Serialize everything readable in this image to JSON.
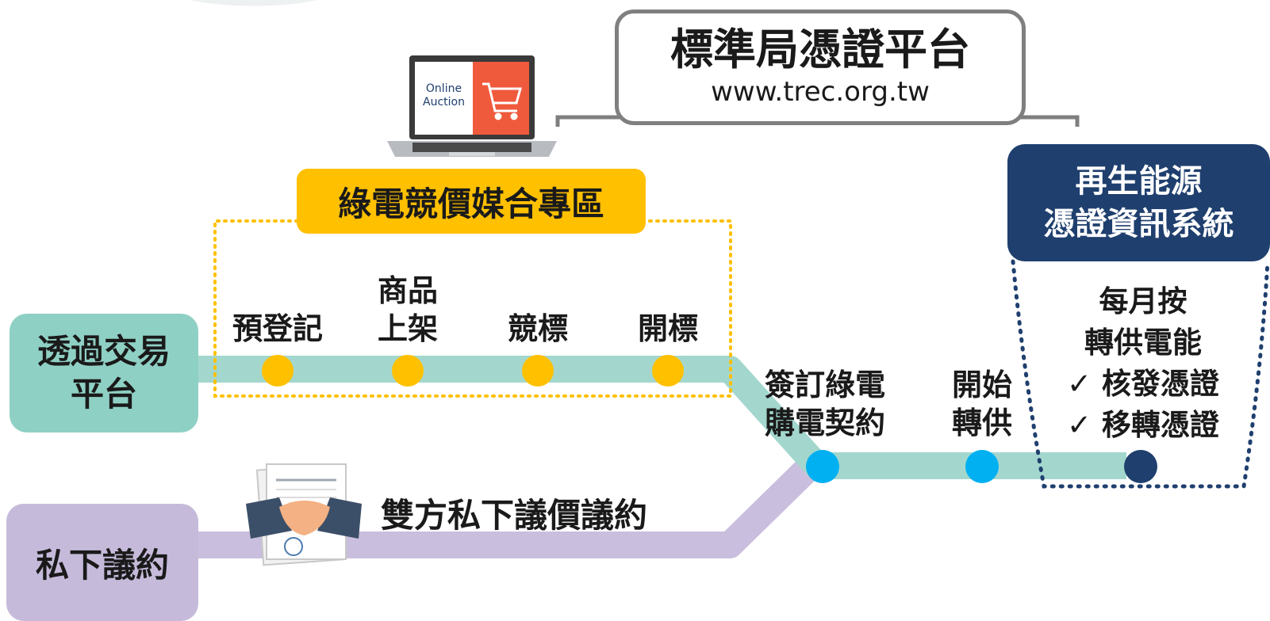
{
  "platform": {
    "title": "標準局憑證平台",
    "url": "www.trec.org.tw"
  },
  "laptop": {
    "screen_text_1": "Online",
    "screen_text_2": "Auction",
    "icon": "shopping-cart-icon"
  },
  "auction_zone": {
    "label": "綠電競價媒合專區",
    "steps": [
      {
        "line1": "預登記",
        "line2": ""
      },
      {
        "line1": "商品",
        "line2": "上架"
      },
      {
        "line1": "競標",
        "line2": ""
      },
      {
        "line1": "開標",
        "line2": ""
      }
    ]
  },
  "left_boxes": {
    "platform_trade_1": "透過交易",
    "platform_trade_2": "平台",
    "private_deal": "私下議約"
  },
  "private_line": {
    "label": "雙方私下議價議約",
    "icon": "handshake-contract-icon"
  },
  "contract_step": {
    "line1": "簽訂綠電",
    "line2": "購電契約"
  },
  "start_step": {
    "line1": "開始",
    "line2": "轉供"
  },
  "system": {
    "title_1": "再生能源",
    "title_2": "憑證資訊系統",
    "item_1": "每月按",
    "item_2": "轉供電能",
    "item_3": "✓ 核發憑證",
    "item_4": "✓ 移轉憑證"
  },
  "colors": {
    "teal_line": "#a3d7ce",
    "teal_box": "#8fd0c4",
    "purple_line": "#c9bedd",
    "purple_box": "#c6bada",
    "yellow": "#ffc000",
    "yellow_dot": "#ffc000",
    "blue_dot": "#00b0f0",
    "navy": "#1f3f6e",
    "grey_frame": "#7f7f7f"
  }
}
